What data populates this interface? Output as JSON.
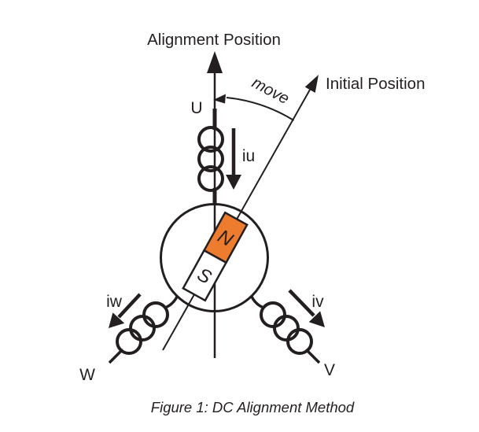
{
  "diagram": {
    "caption": "Figure 1: DC Alignment Method",
    "labels": {
      "alignment_position": "Alignment Position",
      "initial_position": "Initial Position",
      "move": "move",
      "phase_u": "U",
      "phase_v": "V",
      "phase_w": "W",
      "current_u": "iu",
      "current_v": "iv",
      "current_w": "iw",
      "magnet_north": "N",
      "magnet_south": "S"
    },
    "colors": {
      "line": "#231f20",
      "magnet_north_fill": "#ee7c2e",
      "magnet_south_fill": "#ffffff",
      "background": "#ffffff"
    }
  }
}
